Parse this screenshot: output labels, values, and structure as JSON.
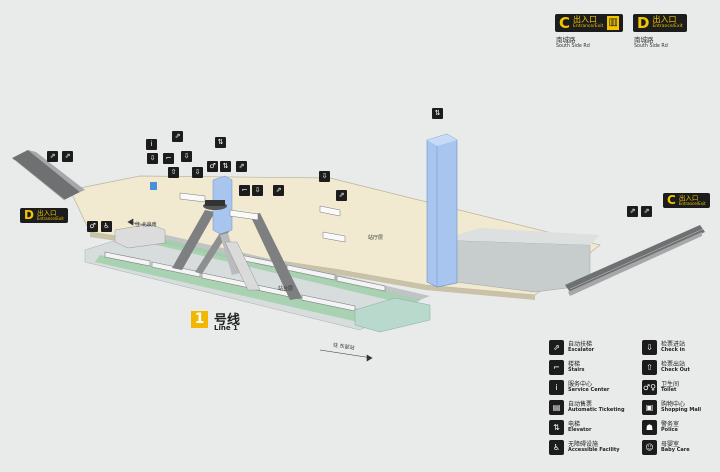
{
  "exits": {
    "c_top": {
      "letter": "C",
      "cn": "出入口",
      "en": "Entrance/Exit",
      "road_cn": "南城路",
      "road_en": "South Side Rd"
    },
    "d_top": {
      "letter": "D",
      "cn": "出入口",
      "en": "Entrance/Exit",
      "road_cn": "南城路",
      "road_en": "South Side Rd"
    },
    "d_left": {
      "letter": "D",
      "cn": "出入口",
      "en": "Entrance/Exit"
    },
    "c_right": {
      "letter": "C",
      "cn": "出入口",
      "en": "Entrance/Exit"
    }
  },
  "line": {
    "number": "1",
    "cn": "号线",
    "en": "Line 1"
  },
  "labels": {
    "to_north": "往 北京南",
    "to_south": "往 东部站",
    "concourse": "站厅层",
    "platform": "站台层"
  },
  "legend": [
    {
      "icon": "escalator-icon",
      "glyph": "⇗",
      "cn": "自动扶梯",
      "en": "Escalator"
    },
    {
      "icon": "check-in-icon",
      "glyph": "⇩",
      "cn": "检票进站",
      "en": "Check in"
    },
    {
      "icon": "stairs-icon",
      "glyph": "⌐",
      "cn": "楼梯",
      "en": "Stairs"
    },
    {
      "icon": "check-out-icon",
      "glyph": "⇧",
      "cn": "检票出站",
      "en": "Check Out"
    },
    {
      "icon": "service-center-icon",
      "glyph": "i",
      "cn": "服务中心",
      "en": "Service Center"
    },
    {
      "icon": "toilet-icon",
      "glyph": "♂♀",
      "cn": "卫生间",
      "en": "Toilet"
    },
    {
      "icon": "ticketing-icon",
      "glyph": "▤",
      "cn": "自动售票",
      "en": "Automatic Ticketing"
    },
    {
      "icon": "shopping-mall-icon",
      "glyph": "▣",
      "cn": "购物中心",
      "en": "Shopping Mall"
    },
    {
      "icon": "elevator-icon",
      "glyph": "⇅",
      "cn": "电梯",
      "en": "Elevator"
    },
    {
      "icon": "police-icon",
      "glyph": "☗",
      "cn": "警务室",
      "en": "Police"
    },
    {
      "icon": "accessible-facility-icon",
      "glyph": "♿",
      "cn": "无障碍设施",
      "en": "Accessible Facility"
    },
    {
      "icon": "baby-care-icon",
      "glyph": "☺",
      "cn": "母婴室",
      "en": "Baby Care"
    }
  ],
  "colors": {
    "platform": "#f2ead0",
    "concourse_wall": "#cfd3d4",
    "elevator": "#a8c5ef",
    "track": "#9ccfa8",
    "yellow": "#f2c500",
    "black": "#1c1c1c"
  }
}
